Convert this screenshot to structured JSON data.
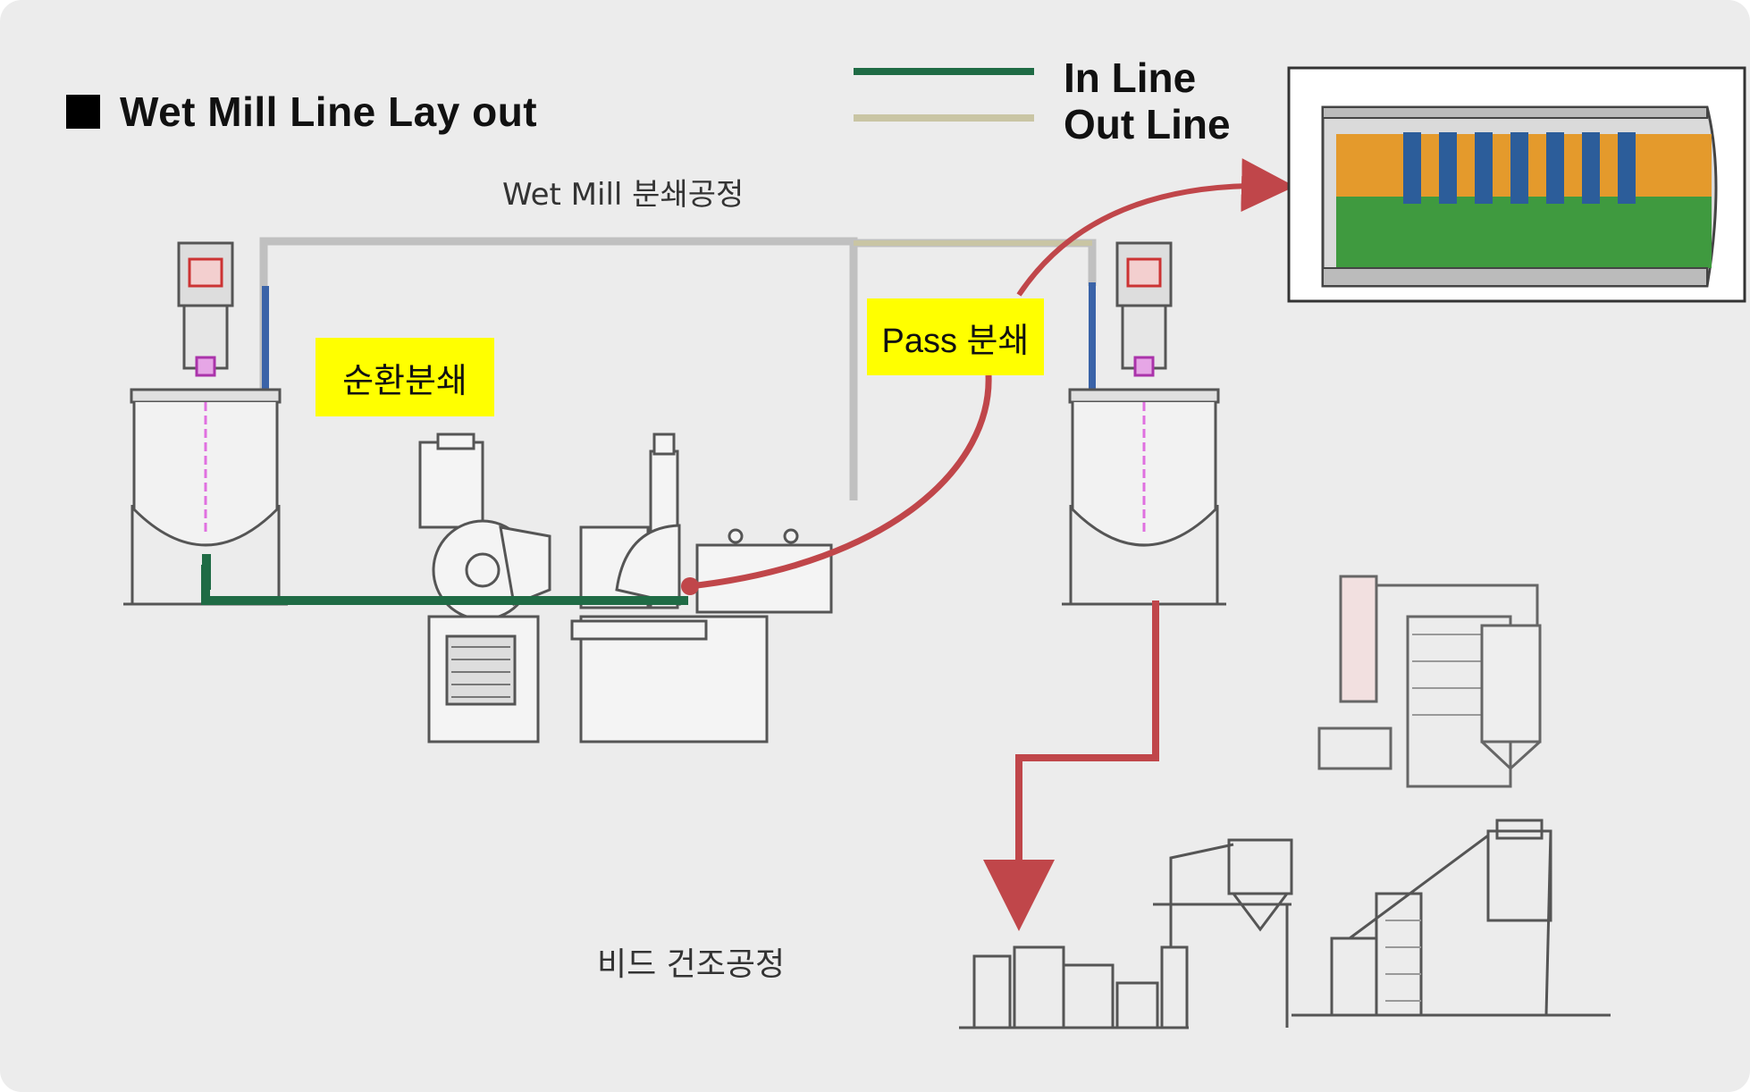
{
  "diagram": {
    "title": "Wet Mill Line Lay out",
    "process_label": "Wet Mill  분쇄공정",
    "drying_label": "비드 건조공정",
    "legend": [
      {
        "label": "In Line",
        "color": "#1f6b45"
      },
      {
        "label": "Out Line",
        "color": "#c9c5a4"
      }
    ],
    "notes": {
      "circulation": "순환분쇄",
      "pass": "Pass 분쇄"
    },
    "colors": {
      "background": "#ececec",
      "in_line": "#1f6b45",
      "out_line": "#c9c5a4",
      "return_pipe": "#c0c0c0",
      "flow_arrow": "#c0464a",
      "highlight": "#ffff00"
    }
  }
}
